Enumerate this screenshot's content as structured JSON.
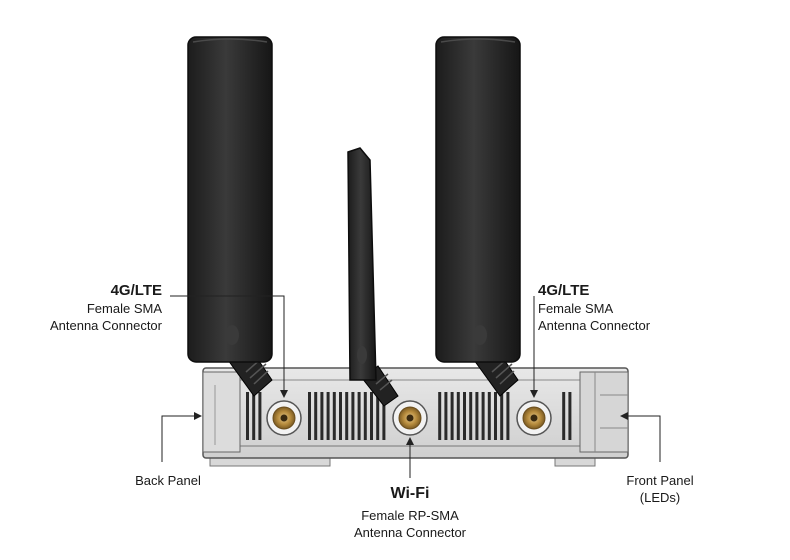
{
  "labels": {
    "lte_left": {
      "title": "4G/LTE",
      "line1": "Female SMA",
      "line2": "Antenna Connector"
    },
    "lte_right": {
      "title": "4G/LTE",
      "line1": "Female SMA",
      "line2": "Antenna Connector"
    },
    "wifi": {
      "title": "Wi-Fi",
      "line1": "Female RP-SMA",
      "line2": "Antenna Connector"
    },
    "back_panel": "Back Panel",
    "front_panel": {
      "line1": "Front Panel",
      "line2": "(LEDs)"
    }
  }
}
